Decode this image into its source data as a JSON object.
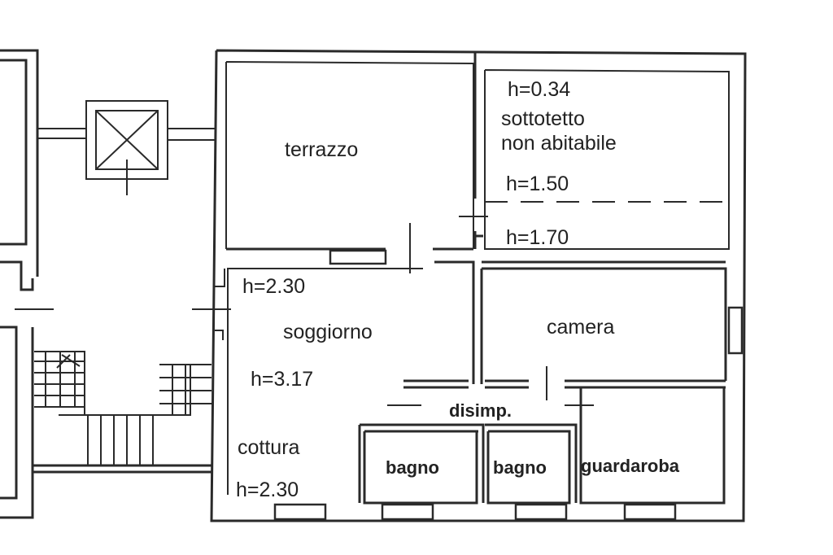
{
  "rooms": {
    "terrazzo": "terrazzo",
    "sottotetto": "sottotetto",
    "non_abitabile": "non abitabile",
    "soggiorno": "soggiorno",
    "camera": "camera",
    "disimp": "disimp.",
    "cottura": "cottura",
    "bagno_1": "bagno",
    "bagno_2": "bagno",
    "guardaroba": "guardaroba"
  },
  "heights": {
    "h_sottotetto_top": "h=0.34",
    "h_sottotetto_mid": "h=1.50",
    "h_sottotetto_low": "h=1.70",
    "h_soggiorno_entry": "h=2.30",
    "h_soggiorno_center": "h=3.17",
    "h_cottura": "h=2.30"
  }
}
